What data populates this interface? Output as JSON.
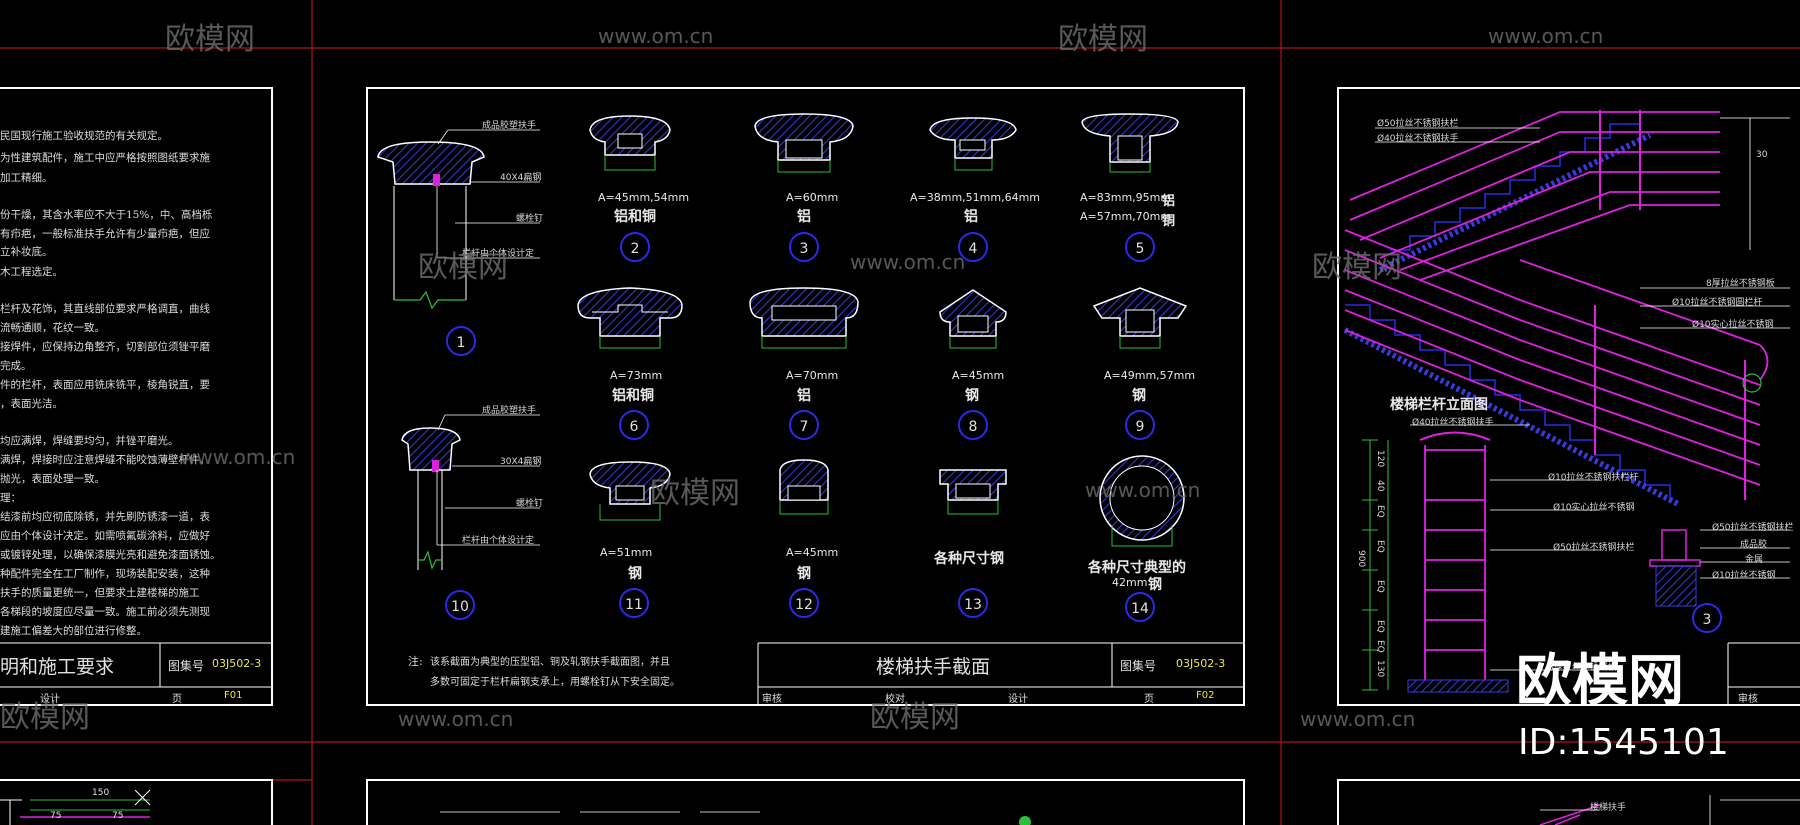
{
  "watermark": {
    "logo_text": "欧模网",
    "url_text": "www.om.cn",
    "brand_big": "欧模网",
    "id_text": "ID:1545101"
  },
  "colors": {
    "frame": "#ffffff",
    "red_grid": "#b01515",
    "blue": "#2a2ae8",
    "green": "#2dbf3a",
    "magenta": "#e020e0",
    "hatch": "#3a3ae0",
    "yellow": "#e8e845"
  },
  "left_sheet": {
    "notes": [
      "民国现行施工验收规范的有关规定。",
      "为性建筑配件，施工中应严格按照图纸要求施",
      "加工精细。",
      "份干燥，其含水率应不大于15%，中、高档栎",
      "有疖疤，一般标准扶手允许有少量疖疤，但应",
      "立补妆底。",
      "木工程选定。",
      "栏杆及花饰，其直线部位要求严格调直，曲线",
      "流畅通顺，花纹一致。",
      "接焊件，应保持边角整齐，切割部位须锉平磨",
      "完成。",
      "件的栏杆，表面应用铣床铣平，棱角锐直，要",
      "，表面光洁。",
      "均应满焊，焊缝要均匀，并锉平磨光。",
      "满焊，焊接时应注意焊缝不能咬蚀薄壁杆件，",
      "抛光，表面处理一致。",
      "理：",
      "结漆前均应彻底除锈，并先刷防锈漆一道，表",
      "应由个体设计决定。如需喷氟碳涂料，应做好",
      "或镀锌处理，以确保漆膜光亮和避免漆面锈蚀。",
      "种配件完全在工厂制作，现场装配安装，这种",
      "扶手的质量更统一，但要求土建楼梯的施工",
      "各梯段的坡度应尽量一致。施工前必须先测现",
      "建施工偏差大的部位进行修整。"
    ],
    "title": "明和施工要求",
    "atlas_label": "图集号",
    "atlas_number": "03J502-3",
    "row_labels": [
      "设计",
      "页"
    ],
    "page": "F01"
  },
  "middle_sheet": {
    "detail1_labels": [
      "成品胶塑扶手",
      "40X4扁钢",
      "螺栓钉",
      "栏杆由个体设计定"
    ],
    "detail10_labels": [
      "成品胶塑扶手",
      "30X4扁钢",
      "螺栓钉",
      "栏杆由个体设计定"
    ],
    "profiles": [
      {
        "num": "1"
      },
      {
        "num": "2",
        "dim": "A=45mm,54mm",
        "mat": "铝和铜"
      },
      {
        "num": "3",
        "dim": "A=60mm",
        "mat": "铝"
      },
      {
        "num": "4",
        "dim": "A=38mm,51mm,64mm",
        "mat": "铝"
      },
      {
        "num": "5",
        "dim": "A=83mm,95mm",
        "dim2": "A=57mm,70mm",
        "mat": "铝",
        "mat2": "铜"
      },
      {
        "num": "6",
        "dim": "A=73mm",
        "mat": "铝和铜"
      },
      {
        "num": "7",
        "dim": "A=70mm",
        "mat": "铝"
      },
      {
        "num": "8",
        "dim": "A=45mm",
        "mat": "钢"
      },
      {
        "num": "9",
        "dim": "A=49mm,57mm",
        "mat": "钢"
      },
      {
        "num": "10"
      },
      {
        "num": "11",
        "dim": "A=51mm",
        "mat": "钢"
      },
      {
        "num": "12",
        "dim": "A=45mm",
        "mat": "钢"
      },
      {
        "num": "13",
        "mat": "各种尺寸钢"
      },
      {
        "num": "14",
        "mat": "各种尺寸典型的",
        "dim": "42mm",
        "mat2": "钢"
      }
    ],
    "note_label": "注:",
    "note_lines": [
      "该系截面为典型的压型铝、铜及轧钢扶手截面图，并且",
      "多数可固定于栏杆扁钢支承上，用螺栓钉从下安全固定。"
    ],
    "title": "楼梯扶手截面",
    "atlas_label": "图集号",
    "atlas_number": "03J502-3",
    "row_labels": [
      "审核",
      "校对",
      "设计",
      "页"
    ],
    "page": "F02"
  },
  "right_sheet": {
    "elevation_title": "楼梯栏杆立面图",
    "labels": [
      "Ø50拉丝不锈钢扶栏",
      "Ø40拉丝不锈钢扶手",
      "8厚拉丝不锈钢板",
      "Ø10拉丝不锈钢圆栏杆",
      "Ø10实心拉丝不锈钢",
      "Ø40拉丝不锈钢扶手",
      "Ø10拉丝不锈钢扶栏杆",
      "Ø10实心拉丝不锈钢",
      "Ø50拉丝不锈钢扶栏",
      "8厚拉丝不锈钢板",
      "Ø50拉丝不锈钢扶栏",
      "成品胶",
      "金属",
      "Ø10拉丝不锈钢"
    ],
    "dims": [
      "120",
      "40",
      "EQ",
      "EQ",
      "900",
      "EQ",
      "EQ",
      "EQ",
      "130",
      "30"
    ],
    "detail_num": "3",
    "review_label": "审核",
    "bottom_label": "楼梯扶手"
  },
  "bottom_left": {
    "dims": [
      "150",
      "75",
      "75"
    ]
  }
}
